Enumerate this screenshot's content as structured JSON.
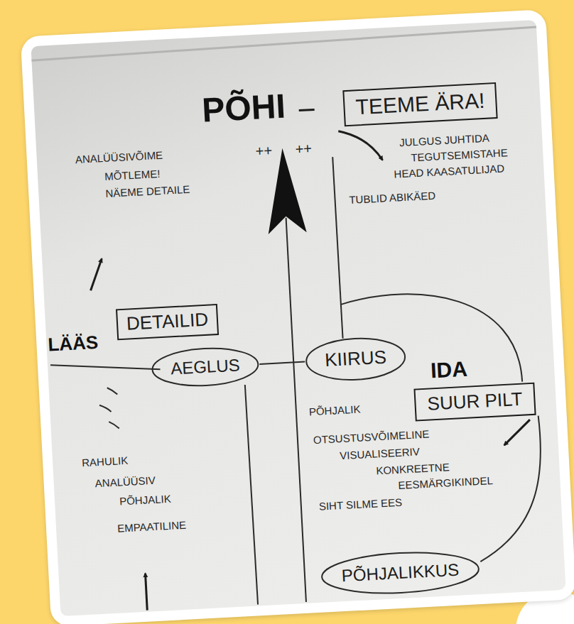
{
  "diagram": {
    "nodes": [
      {
        "text": [
          "TEEME ÄRA!"
        ]
      },
      {
        "text": [
          "DETAILID"
        ]
      },
      {
        "text": [
          "AEGLUS"
        ]
      },
      {
        "text": [
          "KIIRUS"
        ]
      },
      {
        "text": [
          "SUUR PILT"
        ]
      },
      {
        "text": [
          "PÕHJALIKKUS"
        ]
      }
    ],
    "edges": [
      {
        "from": 2,
        "to": 3,
        "arrow": "none"
      }
    ],
    "labels": [
      "PÕHI",
      "++",
      "++",
      "ANALÜÜSIVÕIME",
      "MÕTLEME!",
      "NÄEME DETAILE",
      "JULGUS JUHTIDA",
      "TEGUTSEMISTAHE",
      "HEAD KAASATULIJAD",
      "TUBLID ABIKÄED",
      "LÄÄS",
      "IDA",
      "PÕHJALIK",
      "OTSUSTUSVÕIMELINE",
      "VISUALISEERIV",
      "KONKREETNE",
      "EESMÄRGIKINDEL",
      "SIHT SILME EES",
      "RAHULIK",
      "ANALÜÜSIV",
      "PÕHJALIK",
      "EMPAATILINE"
    ]
  }
}
